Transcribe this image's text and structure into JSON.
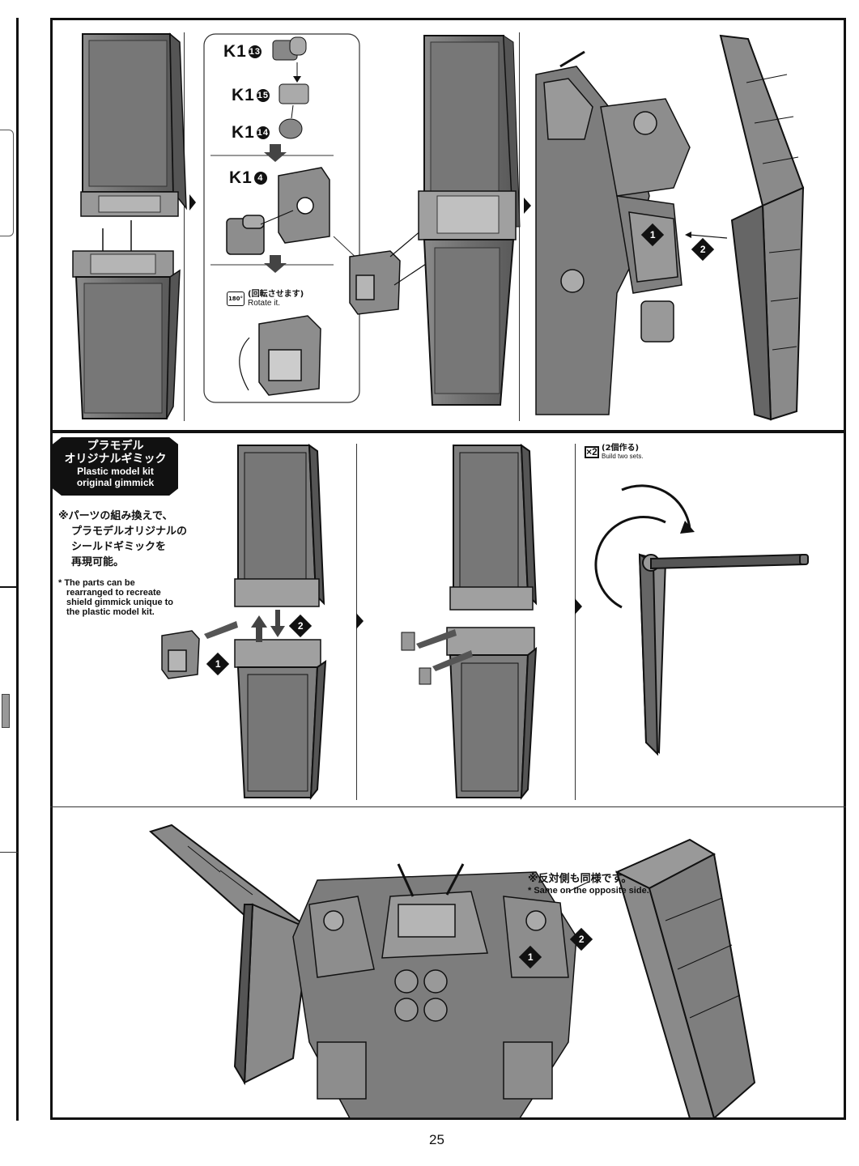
{
  "top_panel": {
    "part_labels": [
      "K1",
      "K1",
      "K1",
      "K1"
    ],
    "part_numbers": [
      "13",
      "15",
      "14",
      "4"
    ],
    "rotate": {
      "degrees": "180°",
      "jp": "(回転させます)",
      "en": "Rotate it."
    }
  },
  "steps": {
    "one": "1",
    "two": "2"
  },
  "gimmick": {
    "badge_jp_1": "プラモデル",
    "badge_jp_2": "オリジナルギミック",
    "badge_en_1": "Plastic model kit",
    "badge_en_2": "original gimmick",
    "note_jp": [
      "※パーツの組み換えで、",
      "プラモデルオリジナルの",
      "シールドギミックを",
      "再現可能。"
    ],
    "note_en": [
      "* The parts can be",
      "rearranged to recreate",
      "shield gimmick unique to",
      "the plastic model kit."
    ],
    "build_count": "×2",
    "build_jp": "(2個作る)",
    "build_en": "Build two sets."
  },
  "bottom_panel": {
    "note_jp": "※反対側も同様です。",
    "note_en": "* Same on the opposite side."
  },
  "page_number": "25",
  "colors": {
    "ink": "#111111",
    "shield": "#7a7a7a",
    "shield_dark": "#4d4d4d",
    "shield_light": "#a8a8a8",
    "frame_outer_left": "#111111"
  }
}
